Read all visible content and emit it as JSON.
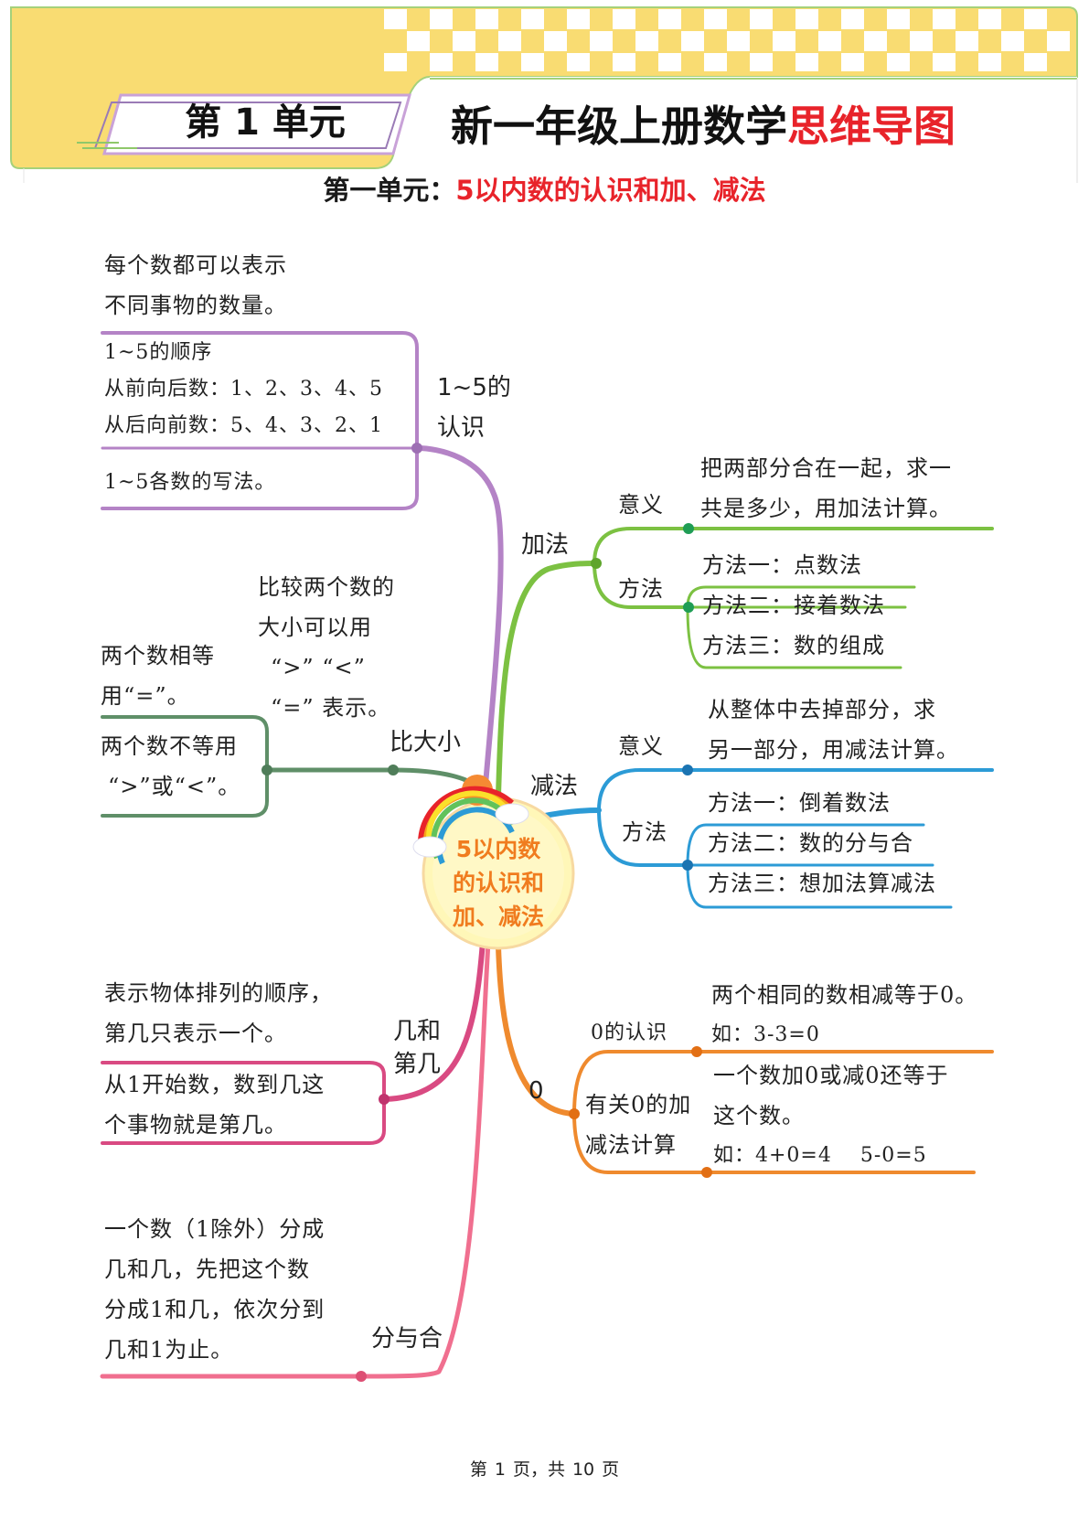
{
  "header": {
    "unit_tab": "第 1 单元",
    "title_black": "新一年级上册数学",
    "title_red": "思维导图"
  },
  "subtitle": {
    "prefix": "第一单元：",
    "topic": "5以内数的认识和加、减法"
  },
  "center": {
    "lines": [
      "5以内数",
      "的认识和",
      "加、减法"
    ]
  },
  "branches": {
    "recognition": {
      "label_lines": [
        "1~5的",
        "认识"
      ],
      "note": [
        "每个数都可以表示",
        "不同事物的数量。"
      ],
      "order": [
        "1~5的顺序",
        "从前向后数：1、2、3、4、5",
        "从后向前数：5、4、3、2、1"
      ],
      "writing": "1~5各数的写法。"
    },
    "compare": {
      "label": "比大小",
      "note": [
        "比较两个数的",
        "大小可以用",
        "“>” “<”",
        "“=” 表示。"
      ],
      "equal": [
        "两个数相等",
        "用“=”。"
      ],
      "unequal": [
        "两个数不等用",
        "“>”或“<”。"
      ]
    },
    "ordinal": {
      "label_lines": [
        "几和",
        "第几"
      ],
      "note": [
        "表示物体排列的顺序，",
        "第几只表示一个。"
      ],
      "text": [
        "从1开始数，数到几这",
        "个事物就是第几。"
      ]
    },
    "split": {
      "label": "分与合",
      "text": [
        "一个数（1除外）分成",
        "几和几，先把这个数",
        "分成1和几，依次分到",
        "几和1为止。"
      ]
    },
    "addition": {
      "label": "加法",
      "meaning_label": "意义",
      "meaning": [
        "把两部分合在一起，求一",
        "共是多少，用加法计算。"
      ],
      "method_label": "方法",
      "methods": [
        "方法一：点数法",
        "方法二：接着数法",
        "方法三：数的组成"
      ]
    },
    "subtraction": {
      "label": "减法",
      "meaning_label": "意义",
      "meaning": [
        "从整体中去掉部分，求",
        "另一部分，用减法计算。"
      ],
      "method_label": "方法",
      "methods": [
        "方法一：倒着数法",
        "方法二：数的分与合",
        "方法三：想加法算减法"
      ]
    },
    "zero": {
      "label": "0",
      "recog_label": "0的认识",
      "recog": [
        "两个相同的数相减等于0。",
        "如：3-3=0"
      ],
      "calc_label": [
        "有关0的加",
        "减法计算"
      ],
      "calc": [
        "一个数加0或减0还等于",
        "这个数。",
        "如：4+0=4　 5-0=5"
      ]
    }
  },
  "colors": {
    "purple": "#b483c6",
    "green_dark": "#5f8f68",
    "green": "#7cc142",
    "blue": "#2c9bd6",
    "orange": "#ef8a2e",
    "red": "#e8232a",
    "pink": "#d94a82",
    "pink_light": "#f06f8f",
    "banner_yellow": "#f9dc72"
  },
  "footer": {
    "page_prefix": "第",
    "page_num": "1",
    "page_mid": "页，共",
    "total": "10",
    "page_suffix": "页"
  }
}
